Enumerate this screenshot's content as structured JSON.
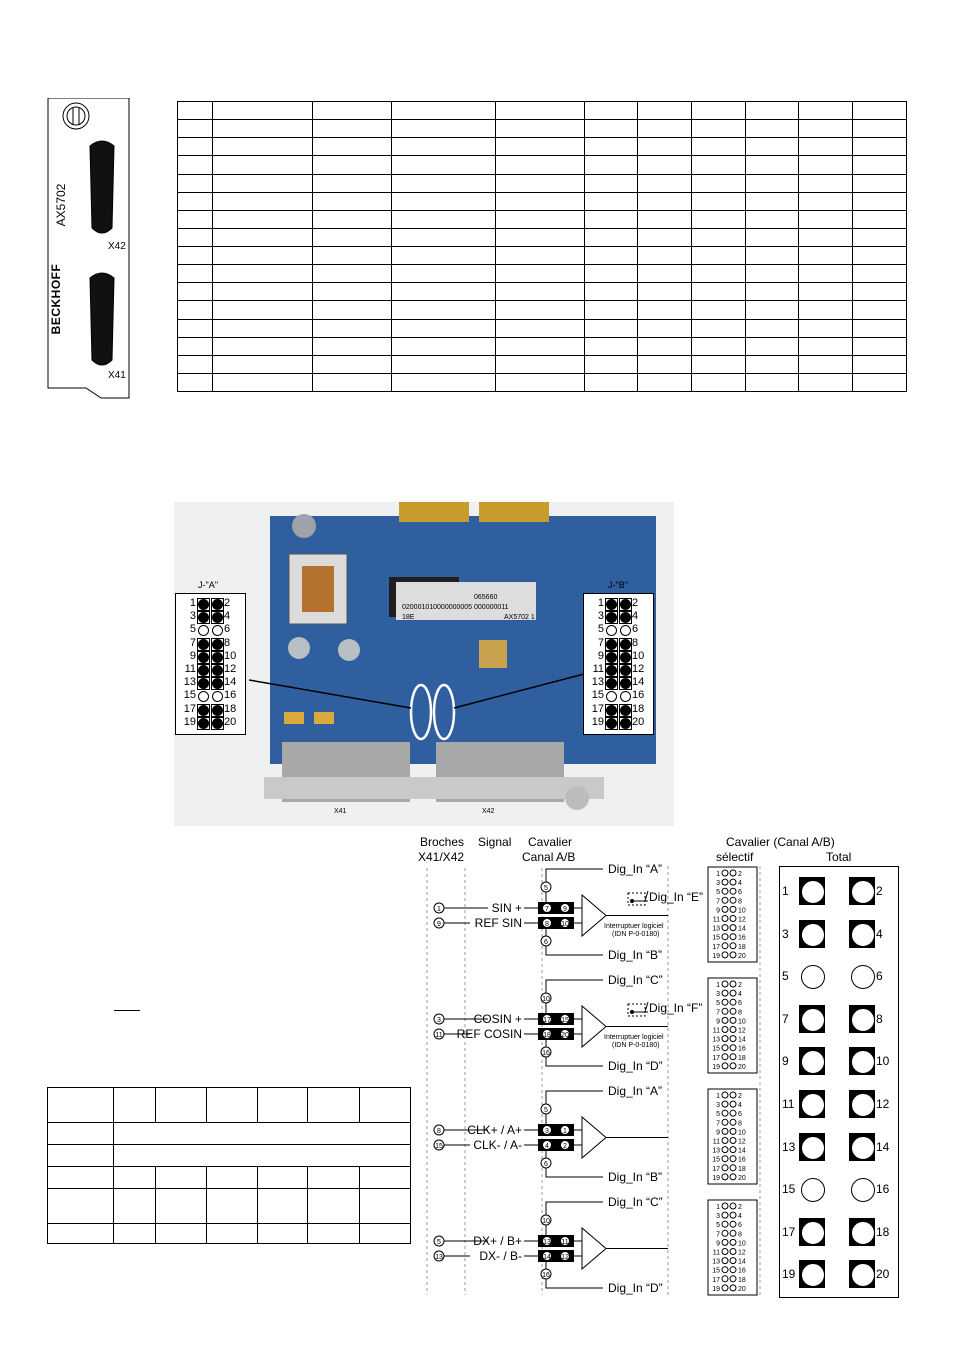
{
  "front_panel": {
    "brand": "BECKHOFF",
    "model": "AX5702",
    "connectors": [
      "X42",
      "X41"
    ]
  },
  "top_table": {
    "rows": 16,
    "cols": 11
  },
  "photo": {
    "jumper_a_title": "J-\"A\"",
    "jumper_b_title": "J-\"B\"",
    "connector_labels": [
      "X41",
      "X42"
    ],
    "pcb_label_lines": [
      "020001010000000005 000000011",
      "AX5702 1",
      "18E",
      "065660"
    ],
    "jumper_a_pins": [
      [
        1,
        2,
        true
      ],
      [
        3,
        4,
        true
      ],
      [
        5,
        6,
        false
      ],
      [
        7,
        8,
        true
      ],
      [
        9,
        10,
        true
      ],
      [
        11,
        12,
        true
      ],
      [
        13,
        14,
        true
      ],
      [
        15,
        16,
        false
      ],
      [
        17,
        18,
        true
      ],
      [
        19,
        20,
        true
      ]
    ],
    "jumper_b_pins": [
      [
        1,
        2,
        true
      ],
      [
        3,
        4,
        true
      ],
      [
        5,
        6,
        false
      ],
      [
        7,
        8,
        true
      ],
      [
        9,
        10,
        true
      ],
      [
        11,
        12,
        true
      ],
      [
        13,
        14,
        true
      ],
      [
        15,
        16,
        false
      ],
      [
        17,
        18,
        true
      ],
      [
        19,
        20,
        true
      ]
    ]
  },
  "diagram": {
    "headers": {
      "broches_1": "Broches",
      "broches_2": "X41/X42",
      "signal": "Signal",
      "cavalier_1": "Cavalier",
      "cavalier_2": "Canal A/B",
      "selectif_1": "Cavalier (Canal A/B)",
      "selectif_2": "sélectif",
      "total": "Total"
    },
    "interrupteur_1": "Interruptuer logiciel",
    "interrupteur_2": "(IDN P-0-0180)",
    "groups": [
      {
        "top_pin": "5",
        "top_label": "Dig_In “A”",
        "sig1_pin": "1",
        "sig1": "SIN +",
        "sig2_pin": "9",
        "sig2": "REF SIN",
        "j1": [
          "7",
          "9"
        ],
        "j2": [
          "8",
          "10"
        ],
        "bot_pin": "6",
        "bot_label": "Dig_In “B”",
        "extra": "Dig_In “E”"
      },
      {
        "top_pin": "10",
        "top_label": "Dig_In “C”",
        "sig1_pin": "3",
        "sig1": "COSIN +",
        "sig2_pin": "11",
        "sig2": "REF COSIN",
        "j1": [
          "17",
          "15"
        ],
        "j2": [
          "18",
          "20"
        ],
        "bot_pin": "16",
        "bot_label": "Dig_In “D”",
        "extra": "Dig_In “F”"
      },
      {
        "top_pin": "5",
        "top_label": "Dig_In “A”",
        "sig1_pin": "8",
        "sig1": "CLK+ / A+",
        "sig2_pin": "15",
        "sig2": "CLK- / A-",
        "j1": [
          "3",
          "1"
        ],
        "j2": [
          "4",
          "2"
        ],
        "bot_pin": "6",
        "bot_label": "Dig_In “B”",
        "extra": ""
      },
      {
        "top_pin": "10",
        "top_label": "Dig_In “C”",
        "sig1_pin": "5",
        "sig1": "DX+ / B+",
        "sig2_pin": "13",
        "sig2": "DX- / B-",
        "j1": [
          "13",
          "11"
        ],
        "j2": [
          "14",
          "12"
        ],
        "bot_pin": "16",
        "bot_label": "Dig_In “D”",
        "extra": ""
      }
    ],
    "total_pins": [
      [
        1,
        true
      ],
      [
        2,
        true
      ],
      [
        3,
        true
      ],
      [
        4,
        true
      ],
      [
        5,
        false
      ],
      [
        6,
        false
      ],
      [
        7,
        true
      ],
      [
        8,
        true
      ],
      [
        9,
        true
      ],
      [
        10,
        true
      ],
      [
        11,
        true
      ],
      [
        12,
        true
      ],
      [
        13,
        true
      ],
      [
        14,
        true
      ],
      [
        15,
        false
      ],
      [
        16,
        false
      ],
      [
        17,
        true
      ],
      [
        18,
        true
      ],
      [
        19,
        true
      ],
      [
        20,
        true
      ]
    ]
  },
  "bottom_table": {
    "rows": 6,
    "cols": 7
  }
}
